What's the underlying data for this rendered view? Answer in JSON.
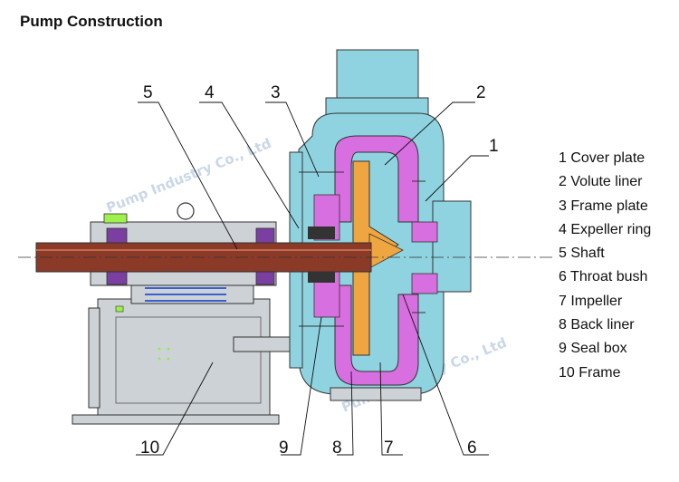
{
  "title": "Pump Construction",
  "watermark": "Pump Industry Co., Ltd",
  "callouts": [
    "1",
    "2",
    "3",
    "4",
    "5",
    "6",
    "7",
    "8",
    "9",
    "10"
  ],
  "legend": [
    "1 Cover plate",
    "2 Volute liner",
    "3 Frame plate",
    "4 Expeller ring",
    "5 Shaft",
    "6 Throat bush",
    "7 Impeller",
    "8 Back liner",
    "9 Seal box",
    "10 Frame"
  ],
  "colors": {
    "casing": "#8fd3e0",
    "liner": "#d86fe0",
    "impeller": "#f0a640",
    "shaft": "#8b3a28",
    "frame": "#cdd2d6",
    "bearing": "#7a3fa0",
    "highlight": "#9ef04a"
  }
}
